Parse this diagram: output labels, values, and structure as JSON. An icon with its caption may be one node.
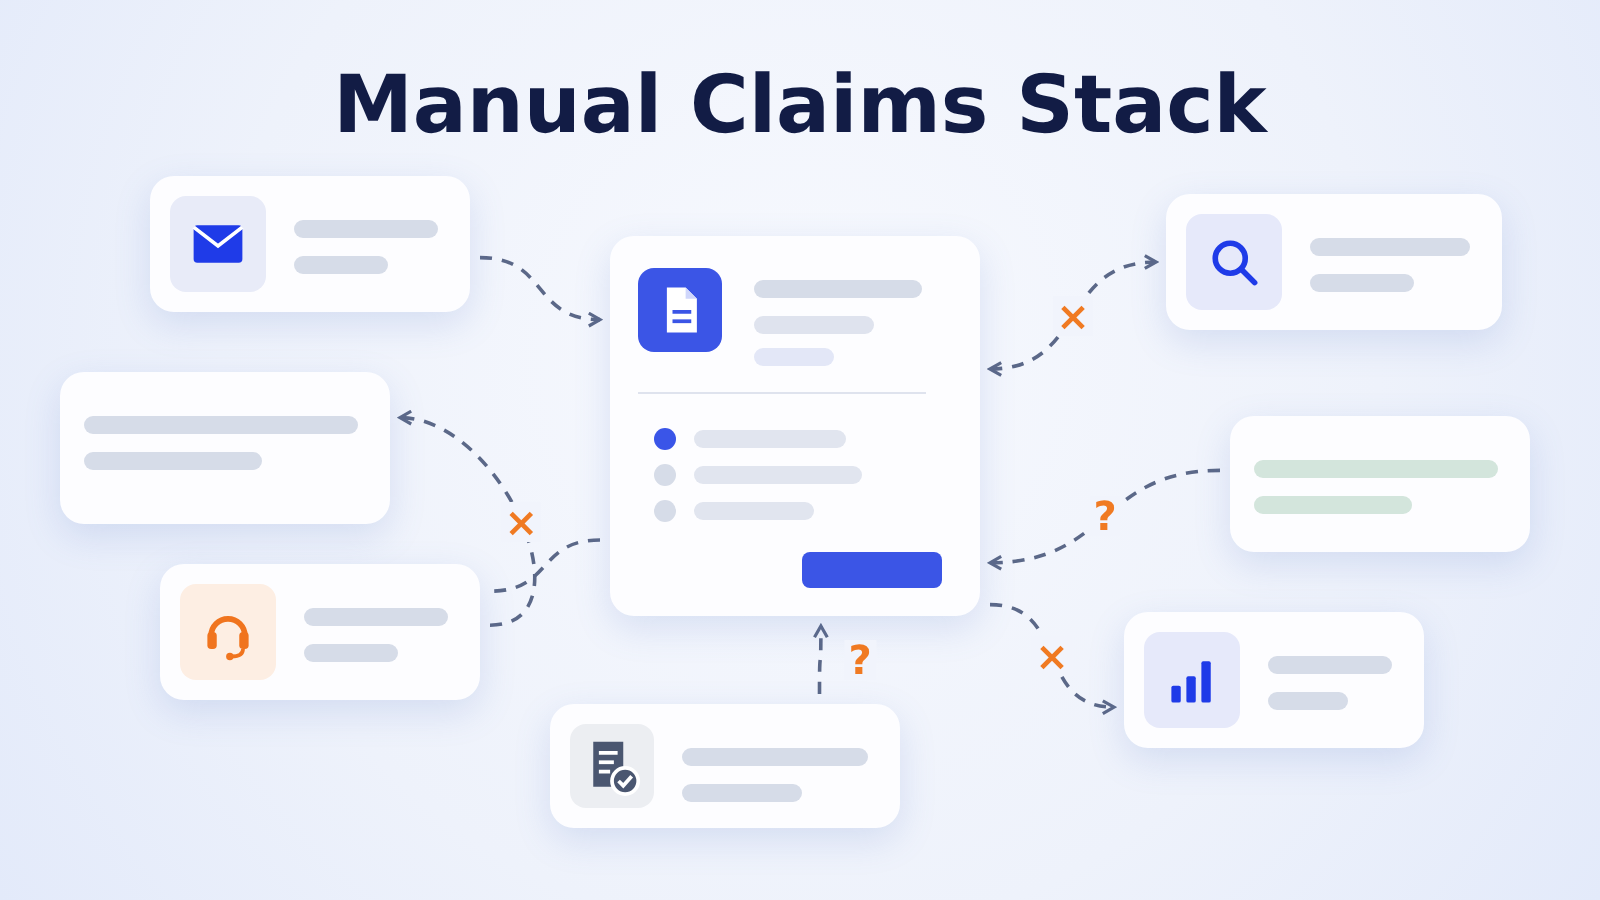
{
  "diagram": {
    "title": "Manual Claims Stack",
    "nodes": [
      {
        "text": [],
        "shape": "box"
      },
      {
        "text": [],
        "shape": "box"
      },
      {
        "text": [],
        "shape": "box"
      },
      {
        "text": [],
        "shape": "box"
      },
      {
        "text": [],
        "shape": "box"
      },
      {
        "text": [],
        "shape": "box"
      },
      {
        "text": [],
        "shape": "box"
      },
      {
        "text": [],
        "shape": "box"
      }
    ],
    "edges": [
      {
        "from": 0,
        "to": 1,
        "arrow": "to",
        "style": "dashed"
      },
      {
        "from": 1,
        "to": 2,
        "arrow": "both",
        "style": "dashed",
        "label": "×"
      },
      {
        "from": 5,
        "to": 3,
        "arrow": "to",
        "style": "dashed",
        "label": "×"
      },
      {
        "from": 1,
        "to": 5,
        "arrow": "none",
        "style": "dashed"
      },
      {
        "from": 4,
        "to": 1,
        "arrow": "to",
        "style": "dashed",
        "label": "?"
      },
      {
        "from": 1,
        "to": 6,
        "arrow": "to",
        "style": "dashed",
        "label": "×"
      },
      {
        "from": 7,
        "to": 1,
        "arrow": "to",
        "style": "dashed",
        "label": "?"
      }
    ]
  }
}
